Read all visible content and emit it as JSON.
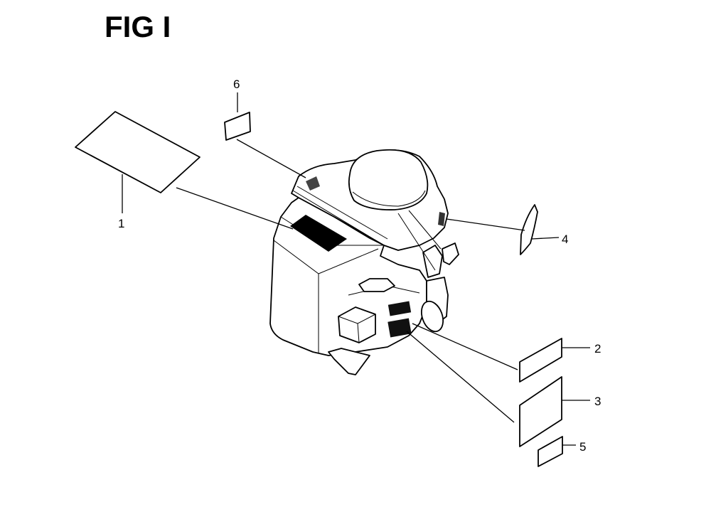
{
  "figure": {
    "title": "FIG I"
  },
  "callouts": [
    {
      "id": "1",
      "label": "1"
    },
    {
      "id": "2",
      "label": "2"
    },
    {
      "id": "3",
      "label": "3"
    },
    {
      "id": "4",
      "label": "4"
    },
    {
      "id": "5",
      "label": "5"
    },
    {
      "id": "6",
      "label": "6"
    }
  ]
}
